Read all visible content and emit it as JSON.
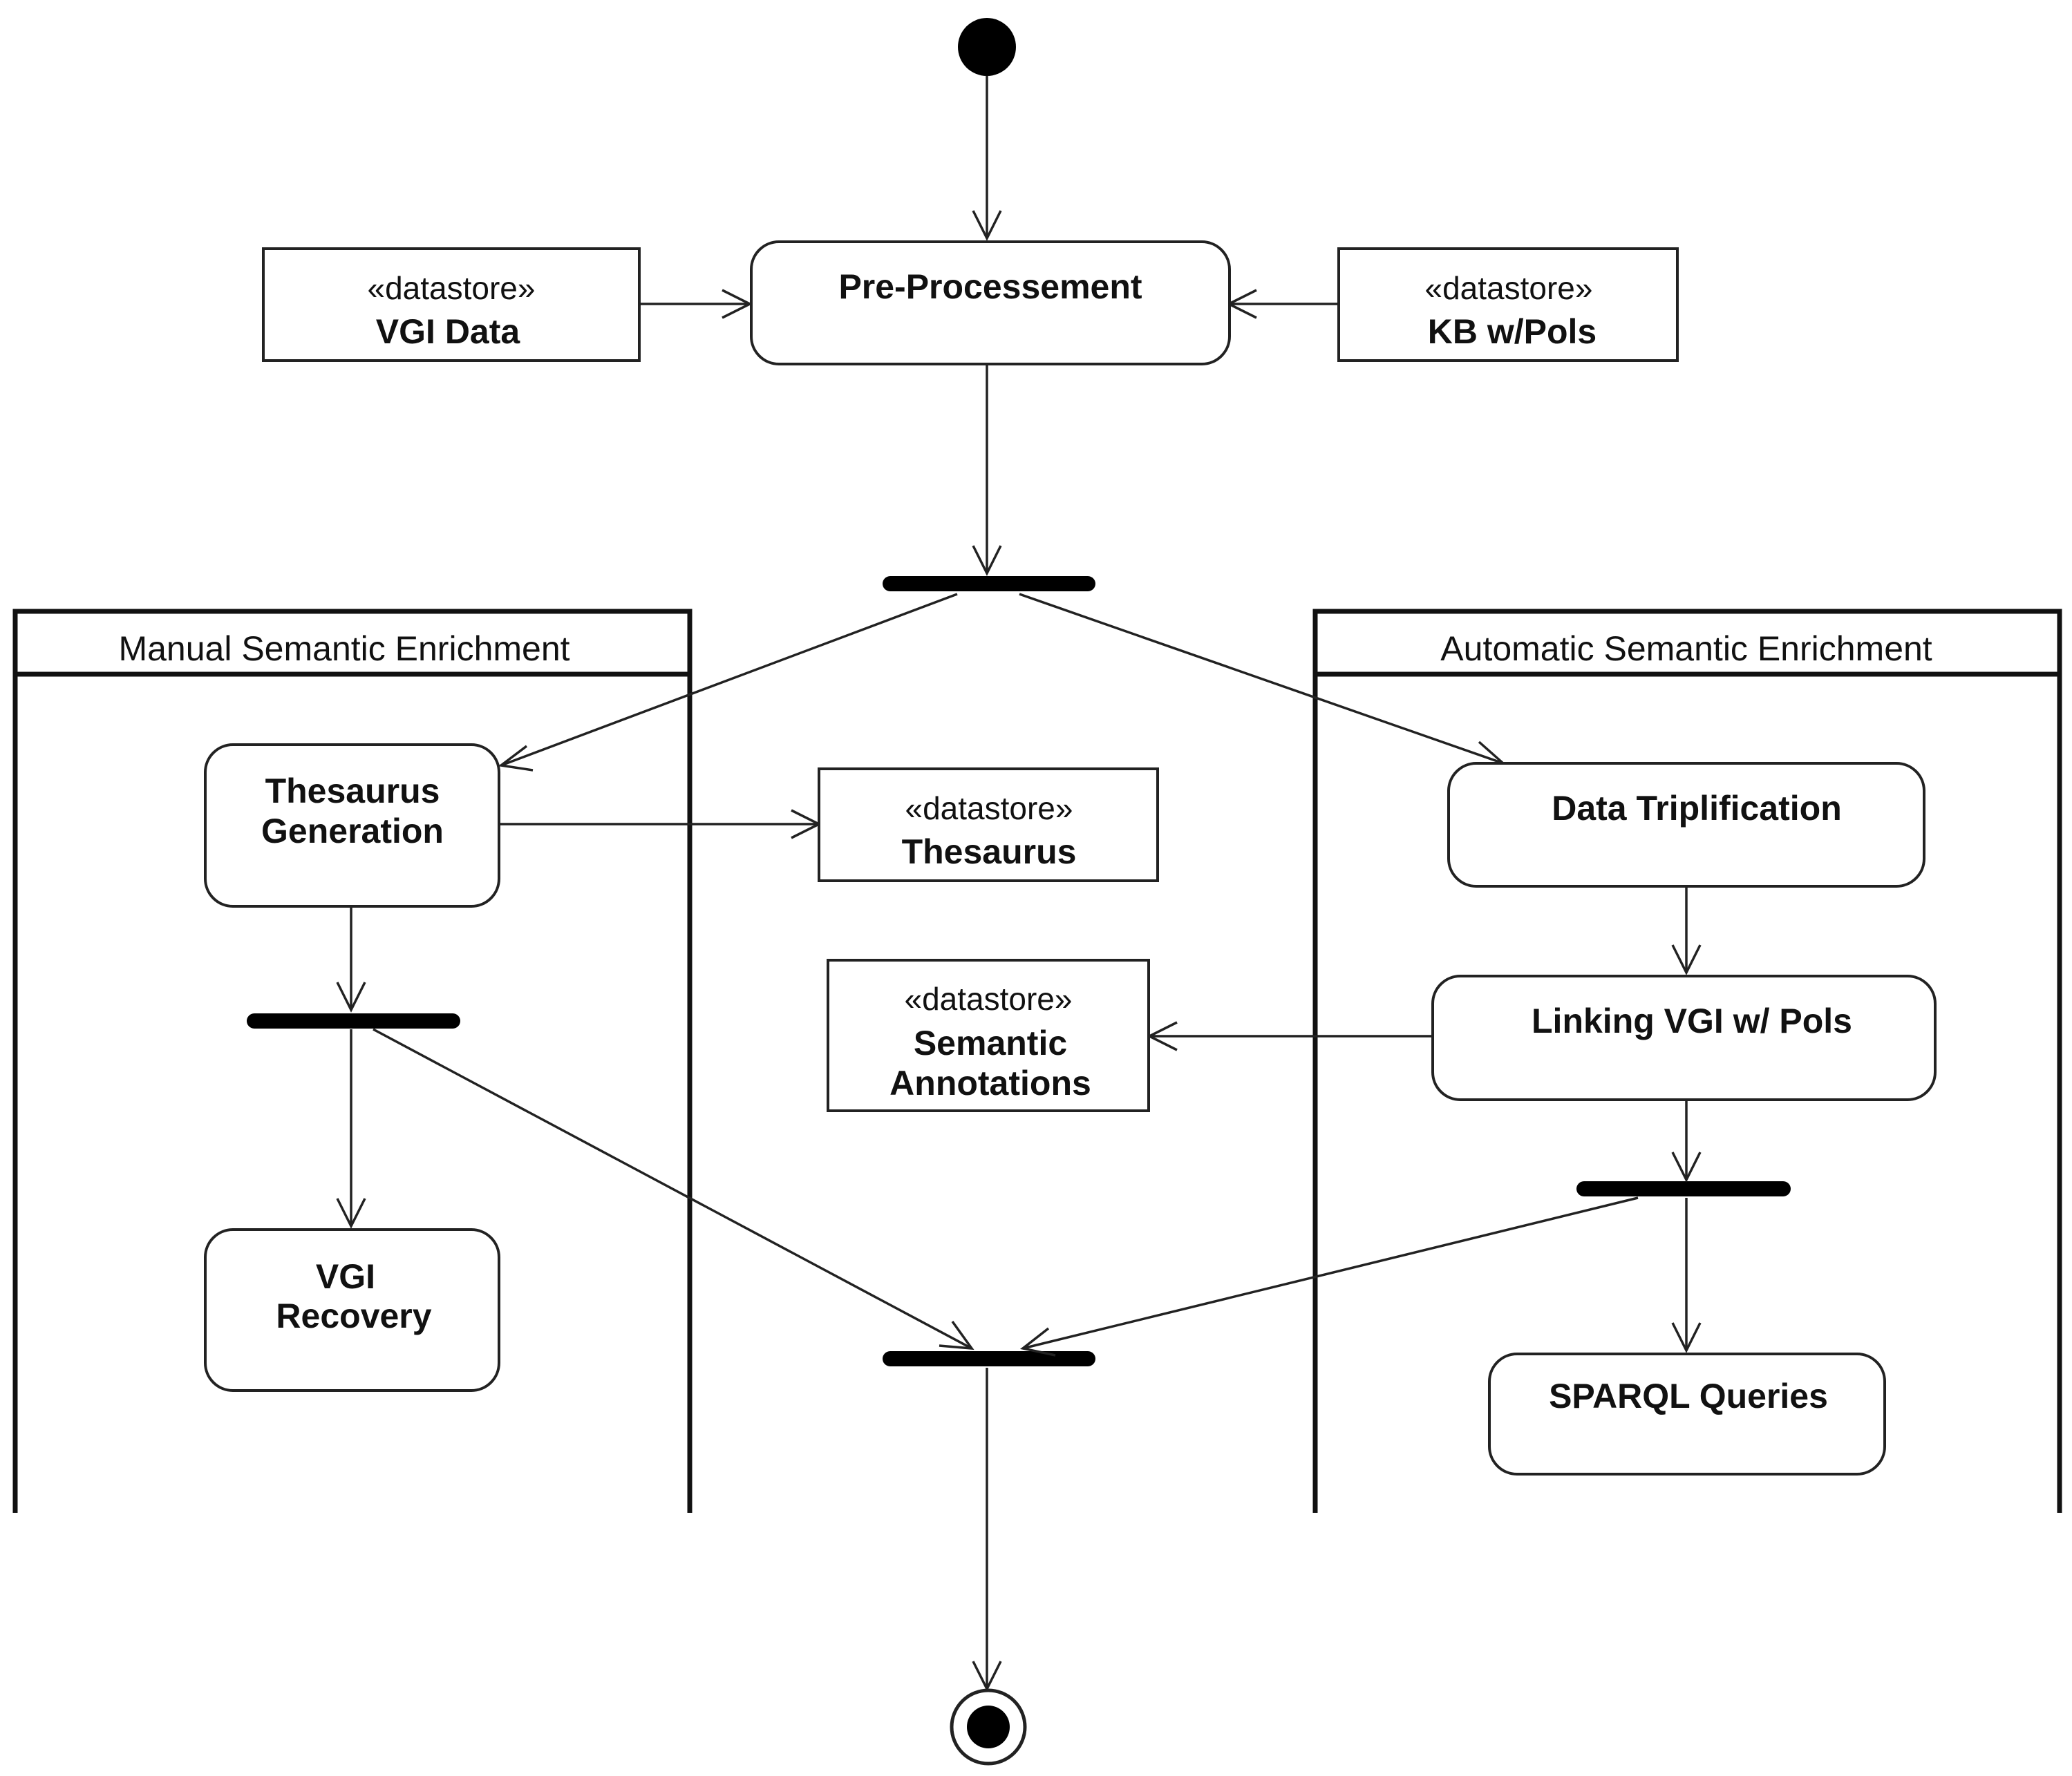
{
  "swimlanes": {
    "manual": {
      "title": "Manual Semantic Enrichment"
    },
    "automatic": {
      "title": "Automatic Semantic Enrichment"
    }
  },
  "activities": {
    "preprocessing": {
      "label": "Pre-Processement"
    },
    "thesaurus_generation": {
      "line1": "Thesaurus",
      "line2": "Generation"
    },
    "vgi_recovery": {
      "line1": "VGI",
      "line2": "Recovery"
    },
    "data_triplification": {
      "label": "Data Triplification"
    },
    "linking": {
      "label": "Linking VGI w/ Pols"
    },
    "sparql": {
      "label": "SPARQL Queries"
    }
  },
  "datastores": {
    "vgi_data": {
      "stereotype": "«datastore»",
      "name": "VGI Data"
    },
    "kb_pois": {
      "stereotype": "«datastore»",
      "name": "KB w/Pols"
    },
    "thesaurus": {
      "stereotype": "«datastore»",
      "name": "Thesaurus"
    },
    "semantic_annotations": {
      "stereotype": "«datastore»",
      "line1": "Semantic",
      "line2": "Annotations"
    }
  }
}
